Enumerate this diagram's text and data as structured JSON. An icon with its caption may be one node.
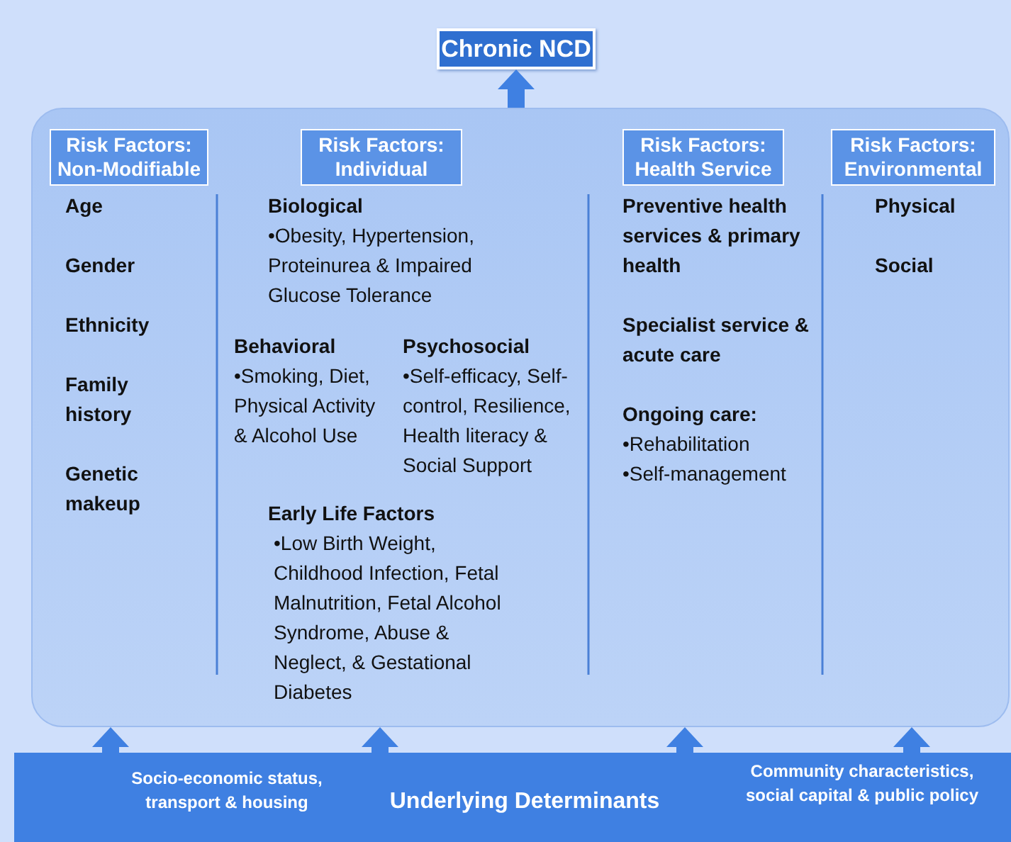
{
  "diagram": {
    "nodes": [
      {
        "text": [
          "Chronic NCD"
        ]
      },
      {
        "text": [],
        "shape": "box"
      },
      {
        "text": [
          "Risk Factors: Non-Modifiable"
        ],
        "in": 1
      },
      {
        "text": [
          "Risk Factors: Individual"
        ],
        "in": 1
      },
      {
        "text": [
          "Risk Factors: Health Service"
        ],
        "in": 1
      },
      {
        "text": [
          "Risk Factors: Environmental"
        ],
        "in": 1
      },
      {
        "text": [
          "Socio-economic status, transport & housing",
          "Underlying Determinants",
          "Community characteristics, social capital & public policy"
        ]
      }
    ],
    "edges": [
      {
        "from": 1,
        "to": 0,
        "arrow": "to"
      },
      {
        "from": 6,
        "to": 1,
        "arrow": "to"
      },
      {
        "from": 6,
        "to": 1,
        "arrow": "to"
      },
      {
        "from": 6,
        "to": 1,
        "arrow": "to"
      },
      {
        "from": 6,
        "to": 1,
        "arrow": "to"
      }
    ],
    "labels": [
      "Age",
      "Gender",
      "Ethnicity",
      "Family history",
      "Genetic makeup",
      "Biological",
      "•Obesity, Hypertension, Proteinurea & Impaired Glucose Tolerance",
      "Behavioral",
      "•Smoking, Diet, Physical Activity & Alcohol Use",
      "Psychosocial",
      "•Self-efficacy, Self-control, Resilience, Health literacy & Social Support",
      "Early Life Factors",
      "•Low Birth Weight, Childhood Infection, Fetal Malnutrition, Fetal Alcohol Syndrome, Abuse & Neglect, & Gestational Diabetes",
      "Preventive health services & primary health",
      "Specialist service & acute care",
      "Ongoing care:",
      "•Rehabilitation",
      "•Self-management",
      "Physical",
      "Social"
    ]
  }
}
